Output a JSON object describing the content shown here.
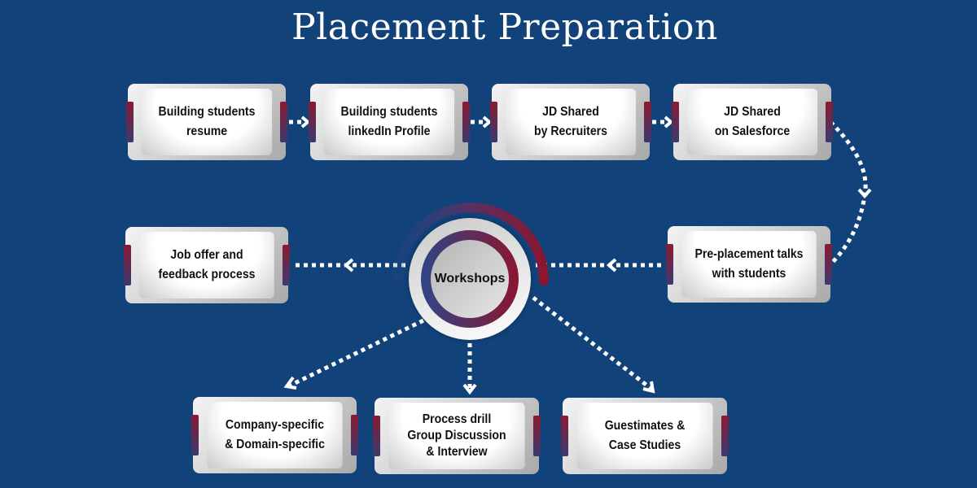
{
  "title": "Placement Preparation",
  "center": {
    "label": "Workshops"
  },
  "steps": [
    {
      "label": "Building students\nresume"
    },
    {
      "label": "Building students\nlinkedIn Profile"
    },
    {
      "label": "JD Shared\nby Recruiters"
    },
    {
      "label": "JD Shared\non Salesforce"
    },
    {
      "label": "Pre-placement talks\nwith students"
    },
    {
      "label": "Job offer and\nfeedback process"
    }
  ],
  "workshops": [
    {
      "label": "Company-specific\n& Domain-specific"
    },
    {
      "label": "Process drill\nGroup Discussion\n& Interview"
    },
    {
      "label": "Guestimates &\nCase Studies"
    }
  ],
  "colors": {
    "background": "#12427a",
    "accent_red": "#8a1630",
    "accent_blue": "#2f4586"
  }
}
